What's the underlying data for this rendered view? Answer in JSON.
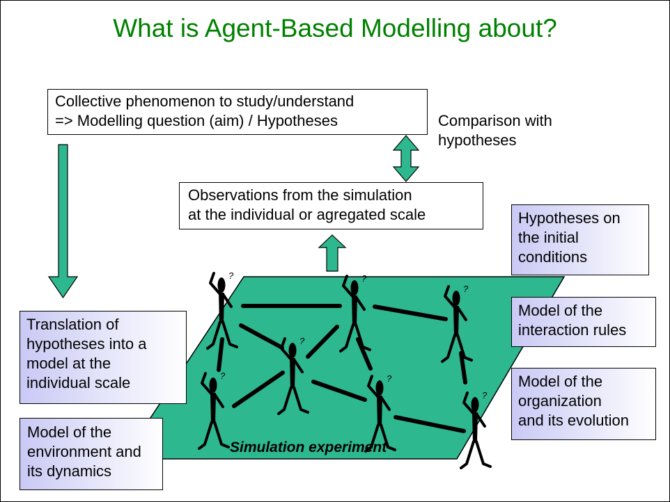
{
  "title": "What is Agent-Based Modelling about?",
  "phenomenon_box": {
    "line1": "Collective phenomenon to study/understand",
    "line2": "=> Modelling question (aim) / Hypotheses"
  },
  "comparison": {
    "line1": "Comparison with",
    "line2": "hypotheses"
  },
  "observations_box": {
    "line1": "Observations from the simulation",
    "line2": "at the individual or agregated scale"
  },
  "translation_box": {
    "line1": "Translation of",
    "line2": "hypotheses into a",
    "line3": "model at the",
    "line4": "individual scale"
  },
  "environment_box": {
    "line1": "Model of the",
    "line2": "environment and",
    "line3": "its dynamics"
  },
  "initial_box": {
    "line1": "Hypotheses on",
    "line2": "the initial",
    "line3": "conditions"
  },
  "interaction_box": {
    "line1": "Model of the",
    "line2": "interaction rules"
  },
  "organization_box": {
    "line1": "Model of the",
    "line2": "organization",
    "line3": "and its evolution"
  },
  "simulation_label": "Simulation experiment",
  "colors": {
    "title": "#008000",
    "plane": "#2eb88f",
    "arrow": "#2eb88f",
    "box_gradient": "#c9c9f5",
    "agent": "#000000"
  },
  "icons": [
    "agent-figure",
    "question-mark",
    "arrow-down",
    "arrow-up",
    "double-arrow"
  ]
}
